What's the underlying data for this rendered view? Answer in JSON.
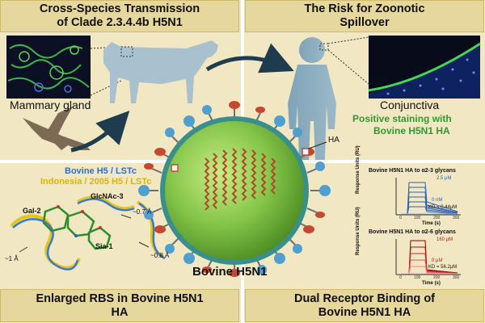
{
  "panels": {
    "top_left_title_line1": "Cross-Species Transmission",
    "top_left_title_line2": "of Clade 2.3.4.4b H5N1",
    "top_right_title_line1": "The Risk for Zoonotic",
    "top_right_title_line2": "Spillover",
    "bottom_left_title_line1": "Enlarged RBS in Bovine H5N1",
    "bottom_left_title_line2": "HA",
    "bottom_right_title_line1": "Dual Receptor Binding  of",
    "bottom_right_title_line2": "Bovine H5N1 HA"
  },
  "labels": {
    "mammary_gland": "Mammary gland",
    "conjunctiva": "Conjunctiva",
    "staining_line1": "Positive staining with",
    "staining_line2": "Bovine H5N1 HA",
    "ha": "HA",
    "virus_name": "Bovine H5N1"
  },
  "structure": {
    "legend_line1": "Bovine H5 / LSTc",
    "legend_line2": "Indonesia / 2005 H5 / LSTc",
    "glcnac": "GlcNAc-3",
    "gal": "Gal-2",
    "sia": "Sia-1",
    "d1": "~0.7 Å",
    "d2": "~0.8 Å",
    "d3": "~1 Å"
  },
  "binding": {
    "chart1_title": "Bovine H5N1 HA to α2-3 glycans",
    "chart2_title": "Bovine H5N1 HA to α2-6 glycans",
    "ylabel": "Response Units (RU)",
    "xlabel": "Time (s)",
    "chart1_top": "2.5 μM",
    "chart1_bottom": "0 nM",
    "chart1_kd": "KD = 0.44μM",
    "chart2_top": "160 μM",
    "chart2_bottom": "0 μM",
    "chart2_kd": "KD = 56.2μM",
    "xticks": [
      "0",
      "100",
      "200",
      "300"
    ]
  },
  "colors": {
    "title_bar": "#e6d79c",
    "panel_bg": "#f1e7c2",
    "virus_core": "#7ec24a",
    "spike_red": "#c8482f",
    "spike_blue": "#4f9fd1",
    "staining_text": "#2f9a2f",
    "legend_blue": "#2f6fd0",
    "legend_yellow": "#d8b700",
    "chart1_line": "#2e63b5",
    "chart2_line": "#c21b1b"
  }
}
